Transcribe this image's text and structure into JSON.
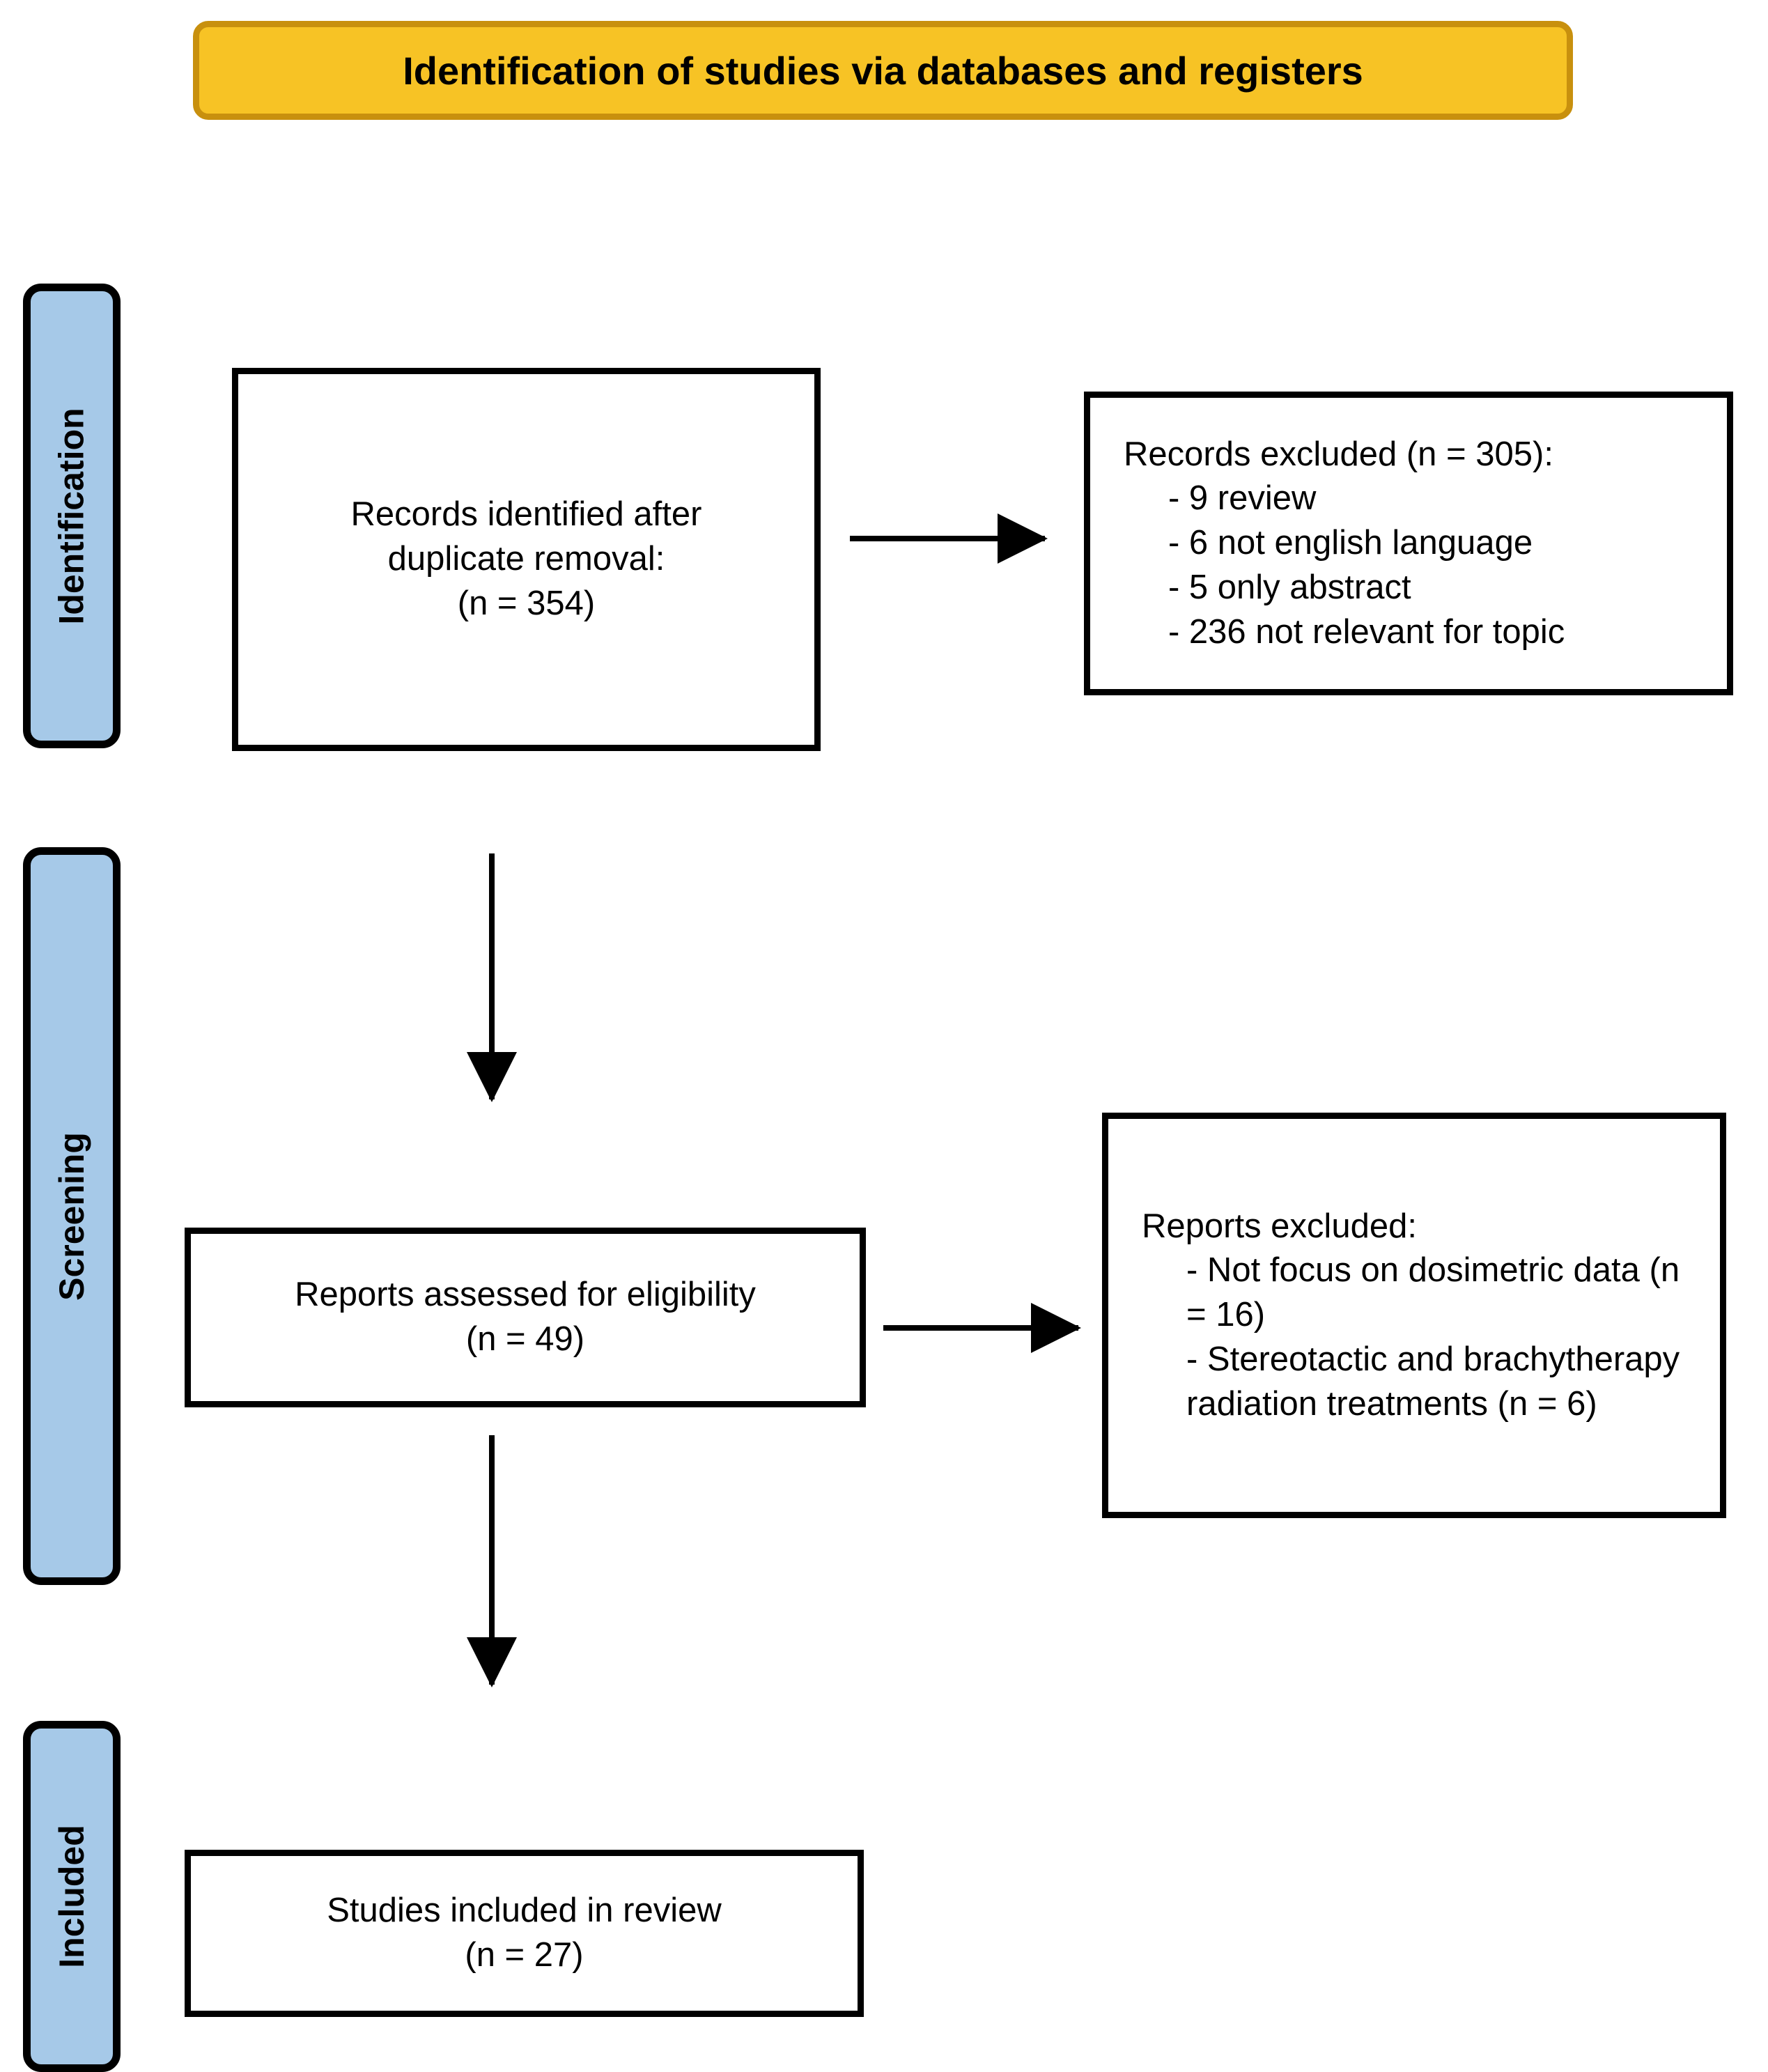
{
  "diagram": {
    "title": "Identification of studies via databases and registers",
    "colors": {
      "header_fill": "#F7C325",
      "header_border": "#C8900E",
      "stage_fill": "#A6C9E8",
      "stage_border": "#000000",
      "box_border": "#000000",
      "box_fill": "#FFFFFF",
      "arrow": "#000000",
      "text": "#000000"
    },
    "stages": [
      {
        "label": "Identification"
      },
      {
        "label": "Screening"
      },
      {
        "label": "Included"
      }
    ],
    "boxes": {
      "records_identified": {
        "lines": [
          "Records identified after",
          "duplicate removal:",
          "(n = 354)"
        ],
        "n": 354
      },
      "records_excluded": {
        "heading": "Records excluded (n = 305):",
        "n": 305,
        "items": [
          "- 9 review",
          "- 6 not english language",
          "- 5 only abstract",
          "- 236 not relevant for topic"
        ]
      },
      "reports_assessed": {
        "lines": [
          "Reports assessed for eligibility",
          "(n = 49)"
        ],
        "n": 49
      },
      "reports_excluded": {
        "heading": "Reports excluded:",
        "items": [
          "- Not focus on dosimetric data (n = 16)",
          "- Stereotactic and brachytherapy radiation treatments (n = 6)"
        ]
      },
      "studies_included": {
        "lines": [
          "Studies included in review",
          "(n = 27)"
        ],
        "n": 27
      }
    },
    "arrows": [
      {
        "name": "identified-to-excluded",
        "direction": "right"
      },
      {
        "name": "identified-to-assessed",
        "direction": "down"
      },
      {
        "name": "assessed-to-excluded",
        "direction": "right"
      },
      {
        "name": "assessed-to-included",
        "direction": "down"
      }
    ]
  }
}
